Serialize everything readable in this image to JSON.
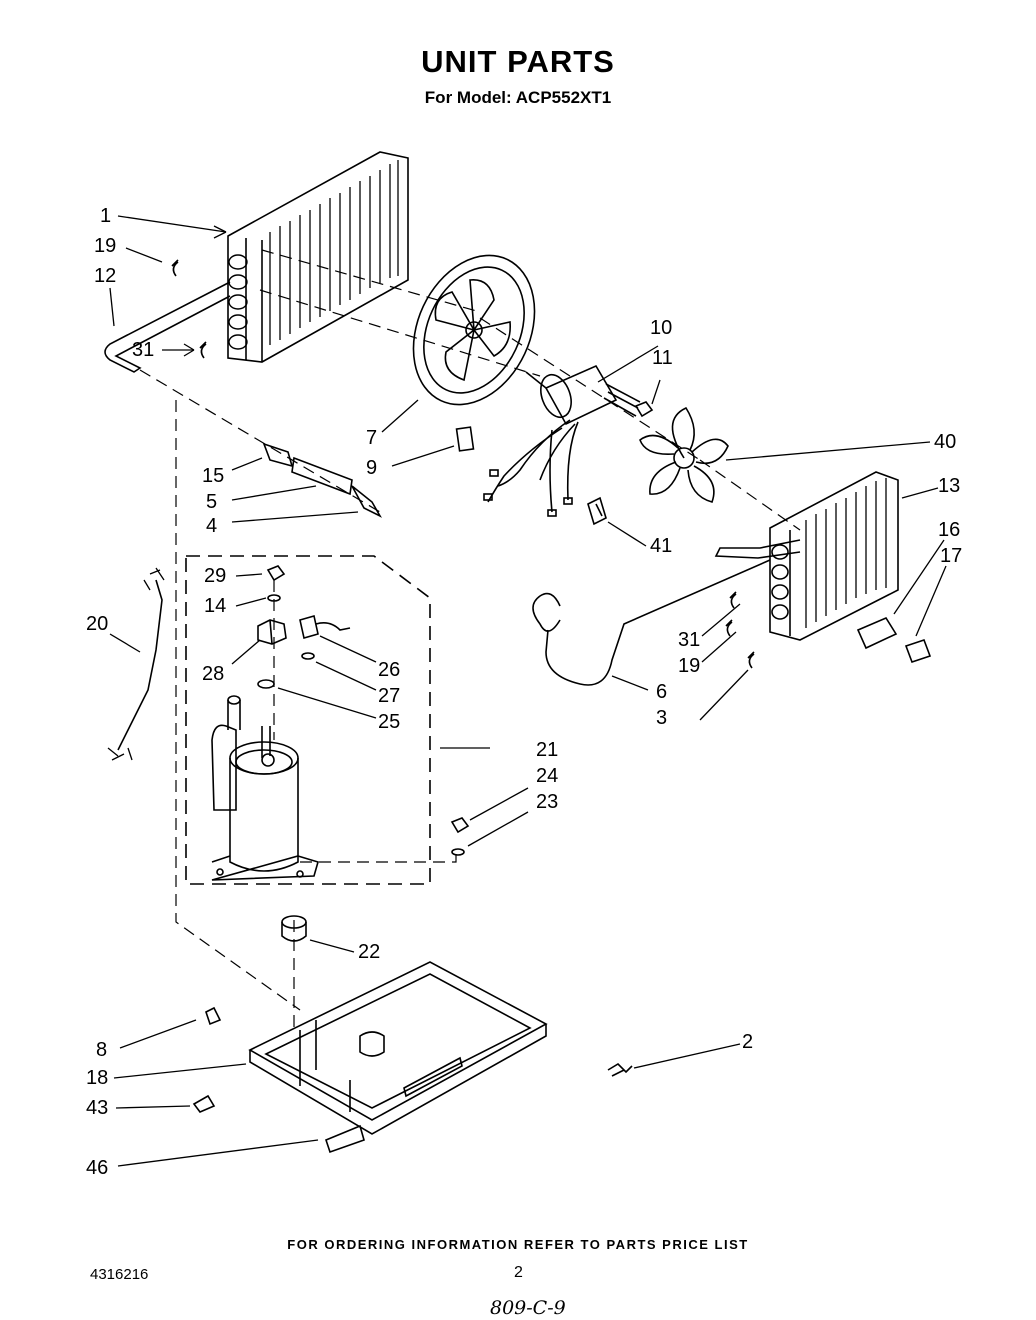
{
  "header": {
    "title": "UNIT PARTS",
    "model": "For Model: ACP552XT1"
  },
  "callouts": [
    {
      "id": "c1",
      "label": "1"
    },
    {
      "id": "c19a",
      "label": "19"
    },
    {
      "id": "c12",
      "label": "12"
    },
    {
      "id": "c31a",
      "label": "31"
    },
    {
      "id": "c7",
      "label": "7"
    },
    {
      "id": "c9",
      "label": "9"
    },
    {
      "id": "c10",
      "label": "10"
    },
    {
      "id": "c11",
      "label": "11"
    },
    {
      "id": "c40",
      "label": "40"
    },
    {
      "id": "c13",
      "label": "13"
    },
    {
      "id": "c15",
      "label": "15"
    },
    {
      "id": "c5",
      "label": "5"
    },
    {
      "id": "c4",
      "label": "4"
    },
    {
      "id": "c41",
      "label": "41"
    },
    {
      "id": "c16",
      "label": "16"
    },
    {
      "id": "c17",
      "label": "17"
    },
    {
      "id": "c29",
      "label": "29"
    },
    {
      "id": "c14",
      "label": "14"
    },
    {
      "id": "c20",
      "label": "20"
    },
    {
      "id": "c28",
      "label": "28"
    },
    {
      "id": "c26",
      "label": "26"
    },
    {
      "id": "c27",
      "label": "27"
    },
    {
      "id": "c25",
      "label": "25"
    },
    {
      "id": "c31b",
      "label": "31"
    },
    {
      "id": "c19b",
      "label": "19"
    },
    {
      "id": "c6",
      "label": "6"
    },
    {
      "id": "c3",
      "label": "3"
    },
    {
      "id": "c21",
      "label": "21"
    },
    {
      "id": "c24",
      "label": "24"
    },
    {
      "id": "c23",
      "label": "23"
    },
    {
      "id": "c22",
      "label": "22"
    },
    {
      "id": "c8",
      "label": "8"
    },
    {
      "id": "c2",
      "label": "2"
    },
    {
      "id": "c18",
      "label": "18"
    },
    {
      "id": "c43",
      "label": "43"
    },
    {
      "id": "c46",
      "label": "46"
    }
  ],
  "footer": {
    "ordering_note": "FOR ORDERING INFORMATION REFER TO PARTS PRICE LIST",
    "document_number": "4316216",
    "page_number": "2",
    "handwritten_note": "809-C-9"
  }
}
